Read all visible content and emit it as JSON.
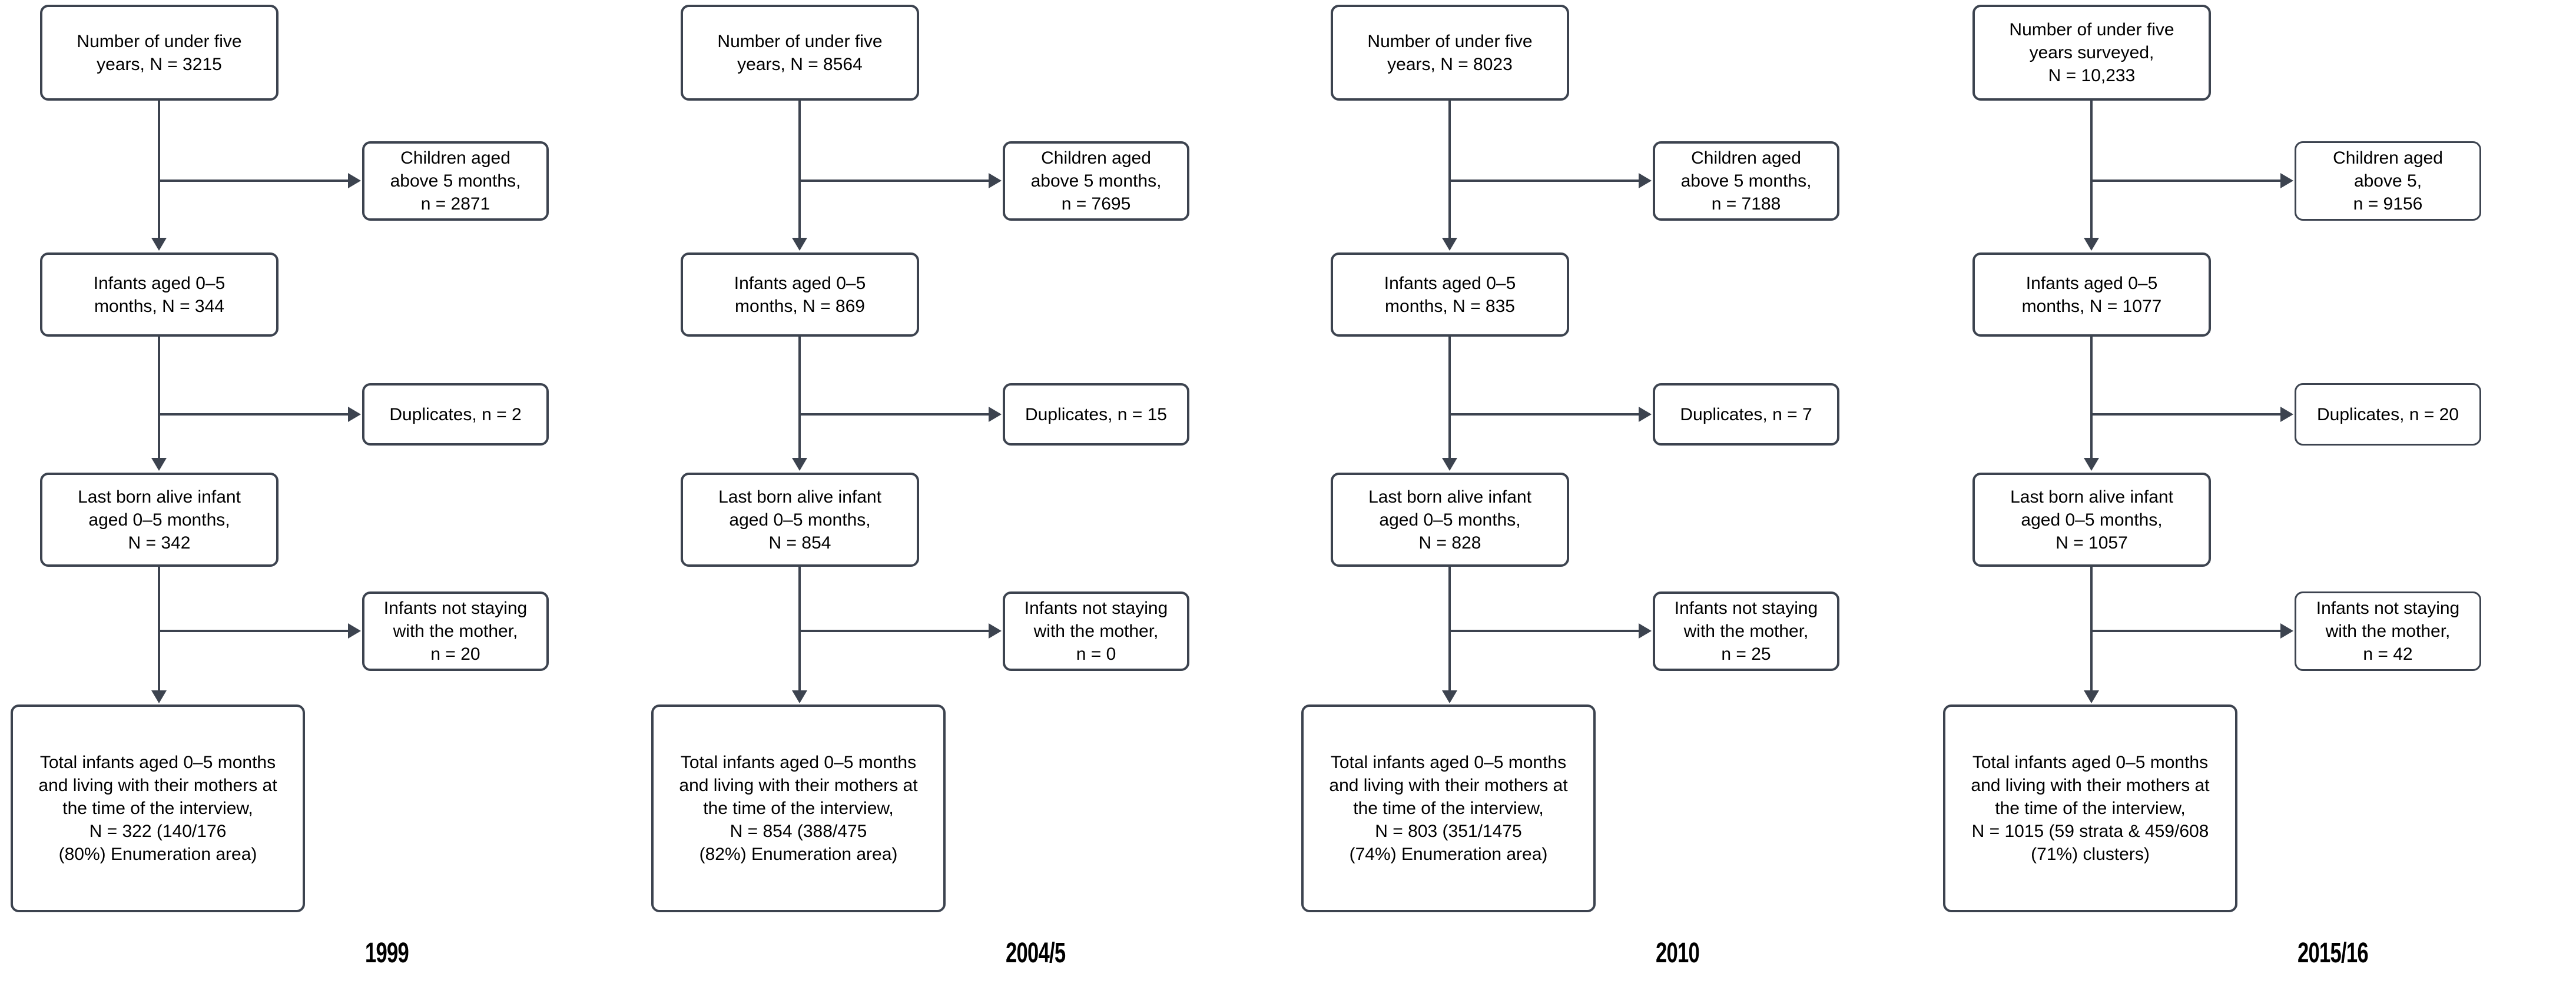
{
  "figure": {
    "type": "flowchart",
    "description": "Participant selection flow diagram for four survey rounds",
    "stroke_color": "#3c434f",
    "background_color": "#ffffff"
  },
  "columns": [
    {
      "year_label": "1999",
      "nodes": {
        "total_under_five": "Number of under five\nyears, N = 3215",
        "excluded_children": "Children aged\nabove 5 months,\nn = 2871",
        "infants_0_5": "Infants aged 0–5\nmonths, N = 344",
        "duplicates": "Duplicates, n = 2",
        "last_born": "Last born alive infant\naged 0–5 months,\nN = 342",
        "not_staying": "Infants not staying\nwith the mother,\nn = 20",
        "total_included": "Total infants aged 0–5 months\nand living with their mothers at\nthe time of the interview,\nN = 322 (140/176\n(80%) Enumeration area)"
      }
    },
    {
      "year_label": "2004/5",
      "nodes": {
        "total_under_five": "Number of under five\nyears, N = 8564",
        "excluded_children": "Children aged\nabove 5 months,\nn = 7695",
        "infants_0_5": "Infants aged 0–5\nmonths, N = 869",
        "duplicates": "Duplicates, n = 15",
        "last_born": "Last born alive infant\naged 0–5 months,\nN = 854",
        "not_staying": "Infants not staying\nwith the mother,\nn = 0",
        "total_included": "Total infants aged 0–5 months\nand living with their mothers at\nthe time of the interview,\nN = 854 (388/475\n(82%) Enumeration area)"
      }
    },
    {
      "year_label": "2010",
      "nodes": {
        "total_under_five": "Number of under five\nyears, N = 8023",
        "excluded_children": "Children aged\nabove 5 months,\nn = 7188",
        "infants_0_5": "Infants aged 0–5\nmonths, N = 835",
        "duplicates": "Duplicates, n = 7",
        "last_born": "Last born alive infant\naged 0–5 months,\nN = 828",
        "not_staying": "Infants not staying\nwith the mother,\nn = 25",
        "total_included": "Total infants aged 0–5 months\nand living with their mothers at\nthe time of the interview,\nN = 803 (351/1475\n(74%) Enumeration area)"
      }
    },
    {
      "year_label": "2015/16",
      "nodes": {
        "total_under_five": "Number of under five\nyears surveyed,\nN = 10,233",
        "excluded_children": "Children aged\nabove 5,\nn = 9156",
        "infants_0_5": "Infants aged 0–5\nmonths, N = 1077",
        "duplicates": "Duplicates, n = 20",
        "last_born": "Last born alive infant\naged 0–5 months,\nN = 1057",
        "not_staying": "Infants not staying\nwith the mother,\nn = 42",
        "total_included": "Total infants aged 0–5 months\nand living with their mothers at\nthe time of the interview,\nN = 1015 (59 strata & 459/608\n(71%) clusters)"
      }
    }
  ]
}
